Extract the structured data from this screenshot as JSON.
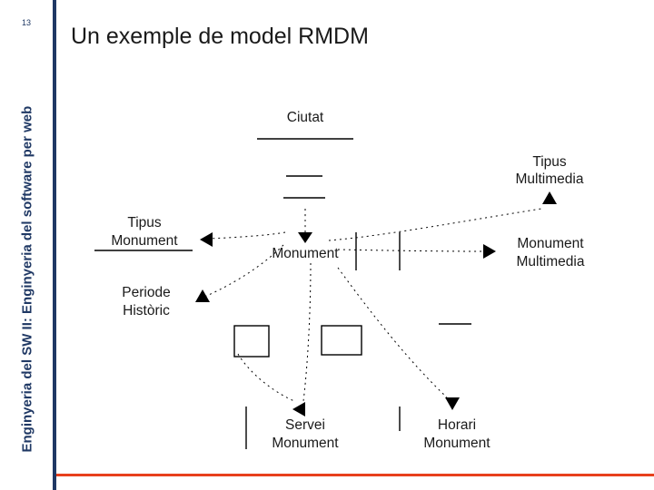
{
  "slide": {
    "number": "13",
    "sidebar_title": "Enginyeria del SW II: Enginyeria del software per web",
    "title": "Un exemple de model RMDM",
    "accent_color": "#1f3864",
    "rule_color": "#e8401c"
  },
  "diagram": {
    "type": "rmdm-node-graph",
    "nodes": [
      {
        "id": "ciutat",
        "lines": [
          "Ciutat"
        ]
      },
      {
        "id": "tipus-multimedia",
        "lines": [
          "Tipus",
          "Multimedia"
        ]
      },
      {
        "id": "tipus-monument",
        "lines": [
          "Tipus",
          "Monument"
        ]
      },
      {
        "id": "monument",
        "lines": [
          "Monument"
        ]
      },
      {
        "id": "monument-multimedia",
        "lines": [
          "Monument",
          "Multimedia"
        ]
      },
      {
        "id": "periode-historic",
        "lines": [
          "Periode",
          "Històric"
        ]
      },
      {
        "id": "servei-monument",
        "lines": [
          "Servei",
          "Monument"
        ]
      },
      {
        "id": "horari-monument",
        "lines": [
          "Horari",
          "Monument"
        ]
      }
    ],
    "markers": [
      {
        "id": "arrow-into-monument",
        "direction": "down"
      },
      {
        "id": "arrow-into-tipus-monument",
        "direction": "left"
      },
      {
        "id": "arrow-into-periode-historic",
        "direction": "up"
      },
      {
        "id": "arrow-into-tipus-multimedia",
        "direction": "up"
      },
      {
        "id": "arrow-into-monument-multimedia",
        "direction": "right"
      },
      {
        "id": "arrow-into-servei-monument",
        "direction": "left"
      },
      {
        "id": "arrow-into-horari-monument",
        "direction": "down"
      }
    ]
  }
}
